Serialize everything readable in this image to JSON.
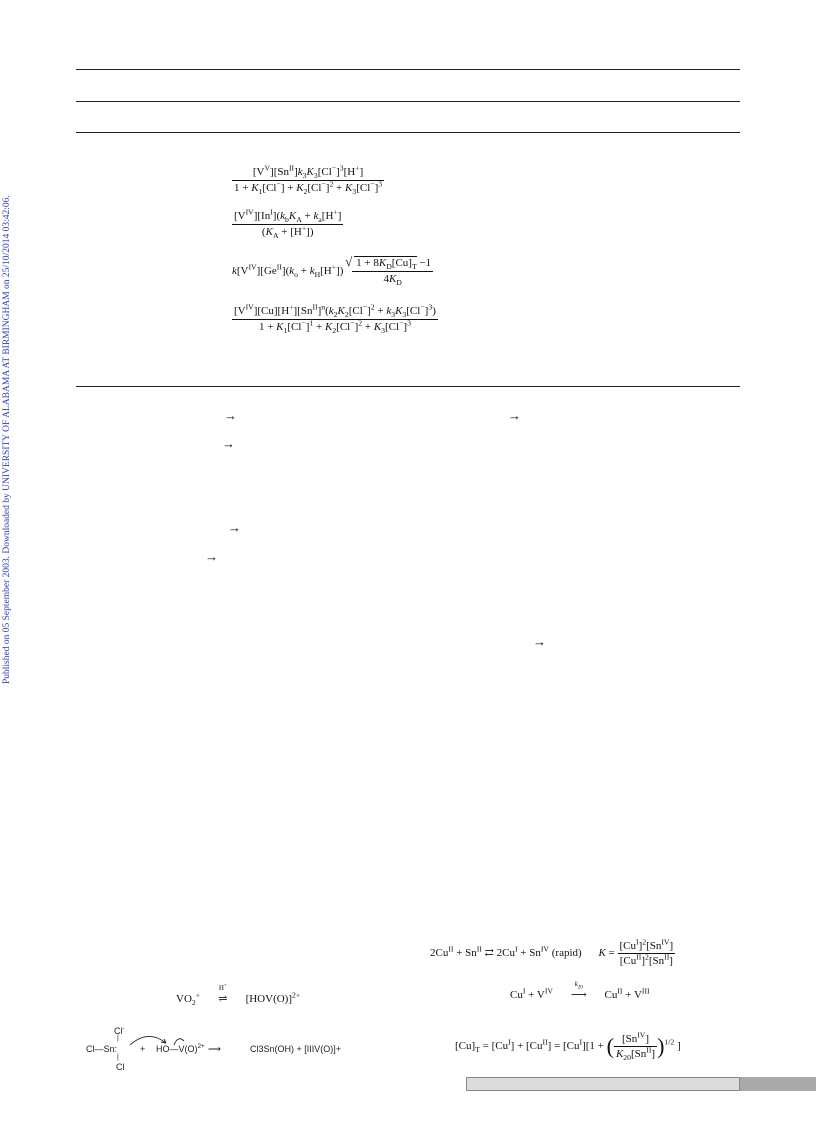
{
  "side_note": "Published on 05 September 2003. Downloaded by UNIVERSITY OF ALABAMA AT BIRMINGHAM on 25/10/2014 03:42:06.",
  "arrow_glyph": "→",
  "rate_laws": {
    "r1": {
      "num": "[V^V][Sn^II]k3K3[Cl−]^3[H+]",
      "den": "1 + K1[Cl−] + K2[Cl−]^2 + K3[Cl−]^3"
    },
    "r2": {
      "num": "[V^IV][In^I](kbKA + ka[H+])",
      "den": "(KA + [H+])"
    },
    "r3": {
      "pre": "k[V^IV][Ge^II](ko + kH[H+])",
      "num": "√(1 + 8KD[Cu]T) − 1",
      "den": "4KD"
    },
    "r4": {
      "num": "[V^IV][Cu][H+][Sn^II]^n(k2K2[Cl−]^2 + k3K3[Cl−]^3)",
      "den": "1 + K1[Cl−]^1 + K2[Cl−]^2 + K3[Cl−]^3"
    }
  },
  "equations": {
    "cu_sn": "2Cu^II + Sn^II ⇄ 2Cu^I + Sn^IV (rapid)",
    "k_expr": "K = [Cu^I]^2[Sn^IV] / [Cu^II]^2[Sn^II]",
    "cu_v": "Cu^I + V^IV → Cu^II + V^III",
    "cu_v_k": "k20",
    "cu_total": "[Cu]T = [CuI] + [CuII] = [CuI][1 + ([SnIV]/K20[SnII])^1/2]",
    "vo2": "VO2+ ⇄ [HOV(O)]2+",
    "vo2_arrow_label": "H+",
    "sncl": "Cl3Sn(OH) + [IIIV(O)]+"
  }
}
